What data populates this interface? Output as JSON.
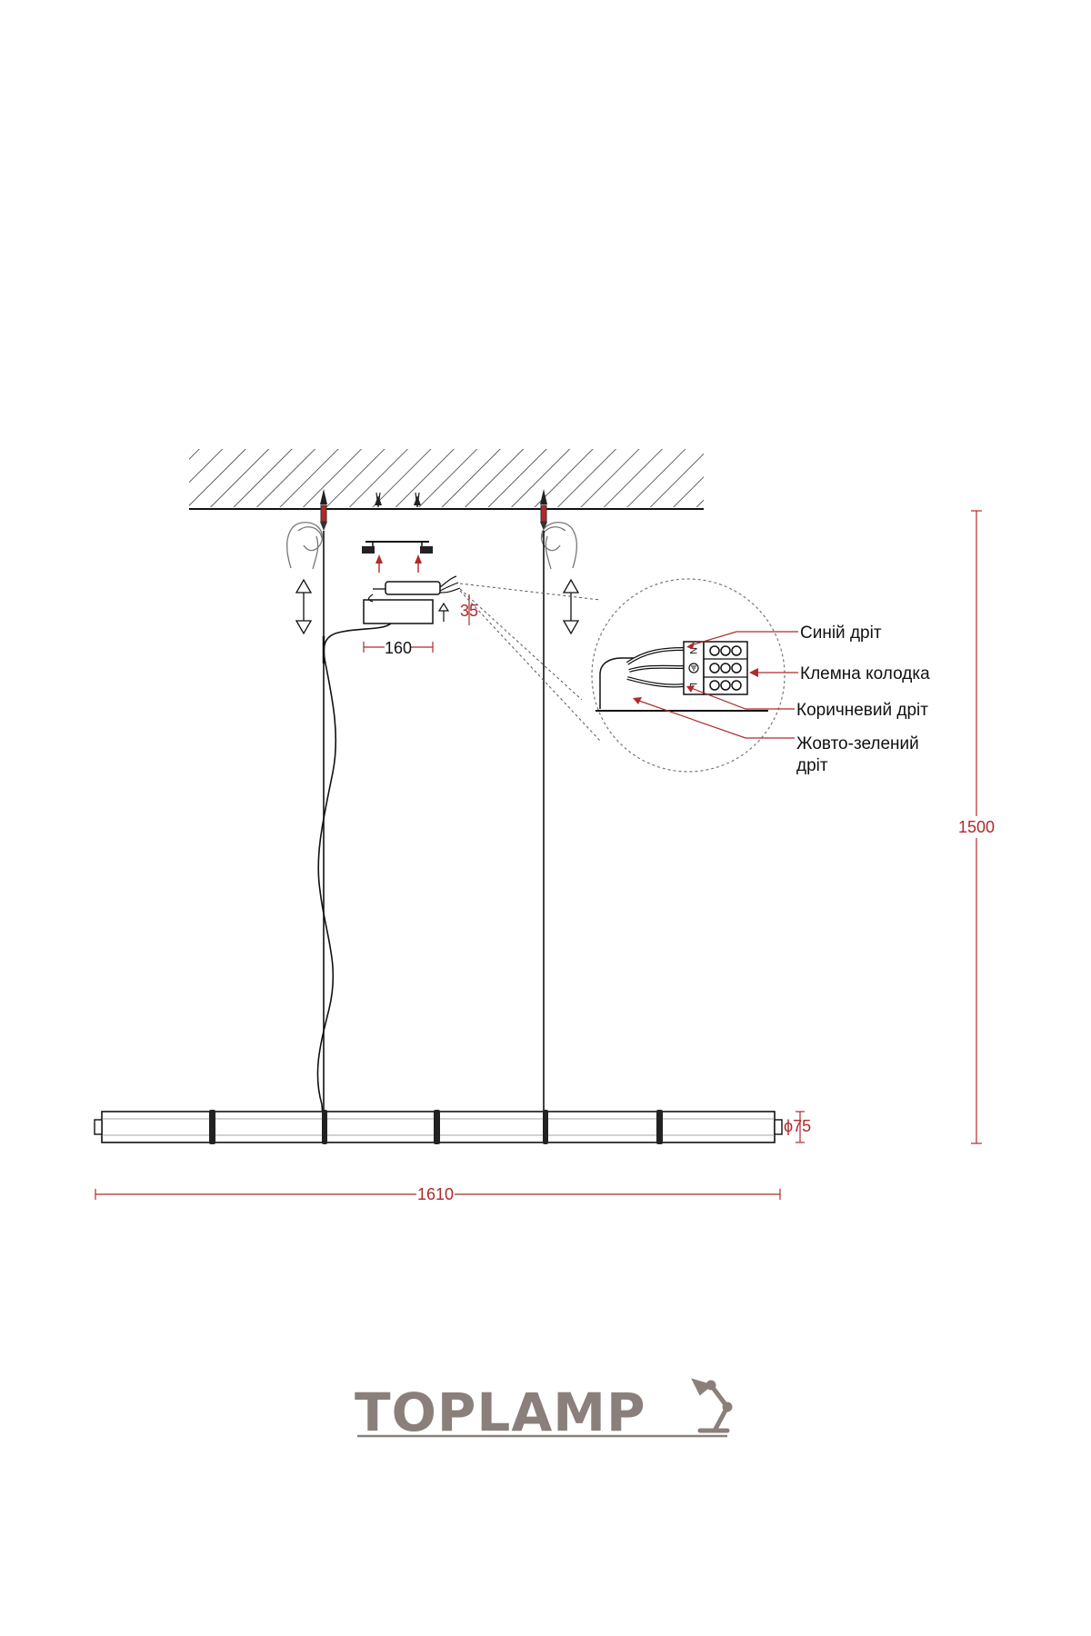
{
  "dimensions": {
    "length": "1610",
    "height": "1500",
    "diameter": "ϕ75",
    "canopy_width": "160",
    "canopy_height": "35"
  },
  "callouts": {
    "blue_wire": "Синій дріт",
    "terminal_block": "Клемна колодка",
    "brown_wire": "Коричневий дріт",
    "yellow_green_wire_line1": "Жовто-зелений",
    "yellow_green_wire_line2": "дріт"
  },
  "terminal_letters": [
    "N",
    "L"
  ],
  "logo": {
    "text": "TOPLAMP"
  },
  "colors": {
    "dimension": "#b02a2a",
    "line": "#111111",
    "logo": "#8a7f7a"
  }
}
